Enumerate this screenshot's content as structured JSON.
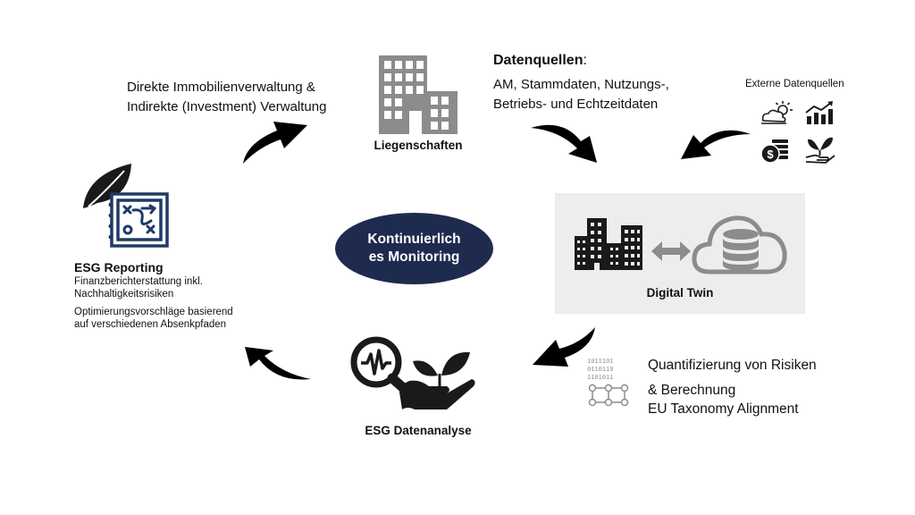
{
  "center": {
    "line1": "Kontinuierlich",
    "line2": "es Monitoring"
  },
  "buildings": {
    "label": "Liegenschaften"
  },
  "management": {
    "line1": "Direkte Immobilienverwaltung &",
    "line2": "Indirekte (Investment) Verwaltung"
  },
  "data_sources": {
    "title": "Datenquellen",
    "colon": ":",
    "line1": "AM, Stammdaten, Nutzungs-,",
    "line2": "Betriebs- und Echtzeitdaten"
  },
  "external": {
    "label": "Externe Datenquellen",
    "icons": [
      "weather-icon",
      "chart-icon",
      "money-icon",
      "sustainability-icon"
    ]
  },
  "digital_twin": {
    "label": "Digital Twin"
  },
  "risk": {
    "line1": "Quantifizierung von Risiken",
    "line2": "& Berechnung",
    "line3": "EU Taxonomy Alignment"
  },
  "analysis": {
    "label": "ESG Datenanalyse"
  },
  "reporting": {
    "title": "ESG Reporting",
    "line1": "Finanzberichterstattung inkl.",
    "line2": "Nachhaltigkeitsrisiken",
    "line3": "Optimierungsvorschläge basierend",
    "line4": "auf verschiedenen Absenkpfaden"
  },
  "colors": {
    "oval": "#1f2a4f",
    "box": "#ededed",
    "icon_grey": "#8c8c8c",
    "icon_dark": "#1a1a1a",
    "reporting_blue": "#1f3a66"
  }
}
